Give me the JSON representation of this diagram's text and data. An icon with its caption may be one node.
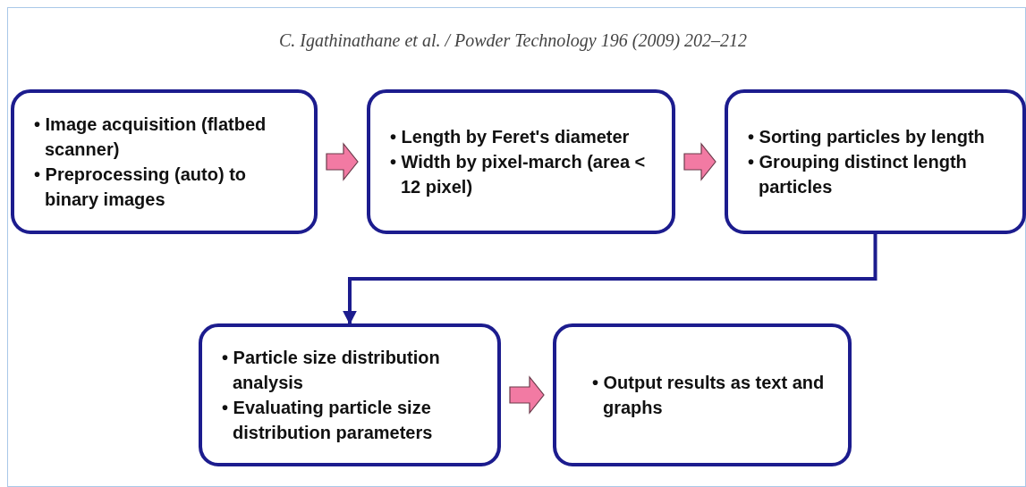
{
  "diagram": {
    "title": "C. Igathinathane et al. / Powder Technology 196 (2009) 202–212",
    "nodes": [
      {
        "text": [
          "• Image acquisition (flatbed scanner)",
          "• Preprocessing (auto) to binary images"
        ]
      },
      {
        "text": [
          "• Length by Feret's diameter",
          "• Width by pixel-march (area < 12 pixel)"
        ]
      },
      {
        "text": [
          "• Sorting particles by length",
          "• Grouping distinct length particles"
        ]
      },
      {
        "text": [
          "• Particle size distribution analysis",
          "• Evaluating particle size distribution parameters"
        ]
      },
      {
        "text": [
          "• Output results as text and graphs"
        ]
      }
    ],
    "edges": [
      {
        "from": 0,
        "to": 1,
        "arrow": "to"
      },
      {
        "from": 1,
        "to": 2,
        "arrow": "to"
      },
      {
        "from": 2,
        "to": 3,
        "arrow": "to",
        "color": "#1c1c8e"
      },
      {
        "from": 3,
        "to": 4,
        "arrow": "to"
      }
    ]
  }
}
